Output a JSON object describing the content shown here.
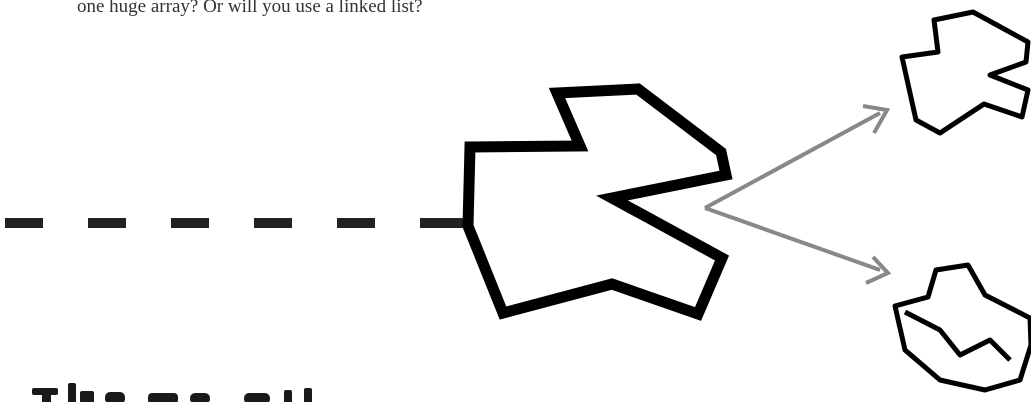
{
  "page": {
    "intro_text": "one huge array? Or will you use a linked list?"
  },
  "figure": {
    "dash_color": "#222222",
    "outline_color": "#000000",
    "arrow_color": "#888888",
    "icons": [
      "main-asteroid-icon",
      "small-asteroid-icon-top",
      "small-asteroid-icon-bottom"
    ]
  }
}
